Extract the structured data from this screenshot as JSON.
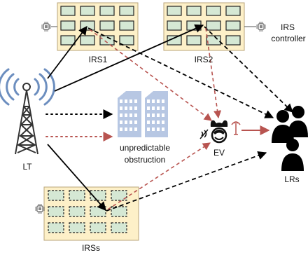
{
  "labels": {
    "irs1": "IRS1",
    "irs2": "IRS2",
    "irs_controller_line1": "IRS",
    "irs_controller_line2": "controller",
    "lt": "LT",
    "ev": "EV",
    "lrs": "LRs",
    "irss": "IRSs",
    "obstruction_line1": "unpredictable",
    "obstruction_line2": "obstruction"
  },
  "colors": {
    "panel_fill": "#fdf0c8",
    "panel_border": "#b9a57a",
    "element_fill": "#d5e8d4",
    "element_border": "#222222",
    "antenna_blue": "#6c8ebf",
    "dashed_red": "#b85450",
    "building": "#b7c7e3",
    "line_black": "#000000"
  },
  "icons": [
    "chip-icon",
    "tower-icon",
    "building-icon",
    "eavesdropper-icon",
    "person-icon",
    "signal-icon"
  ]
}
